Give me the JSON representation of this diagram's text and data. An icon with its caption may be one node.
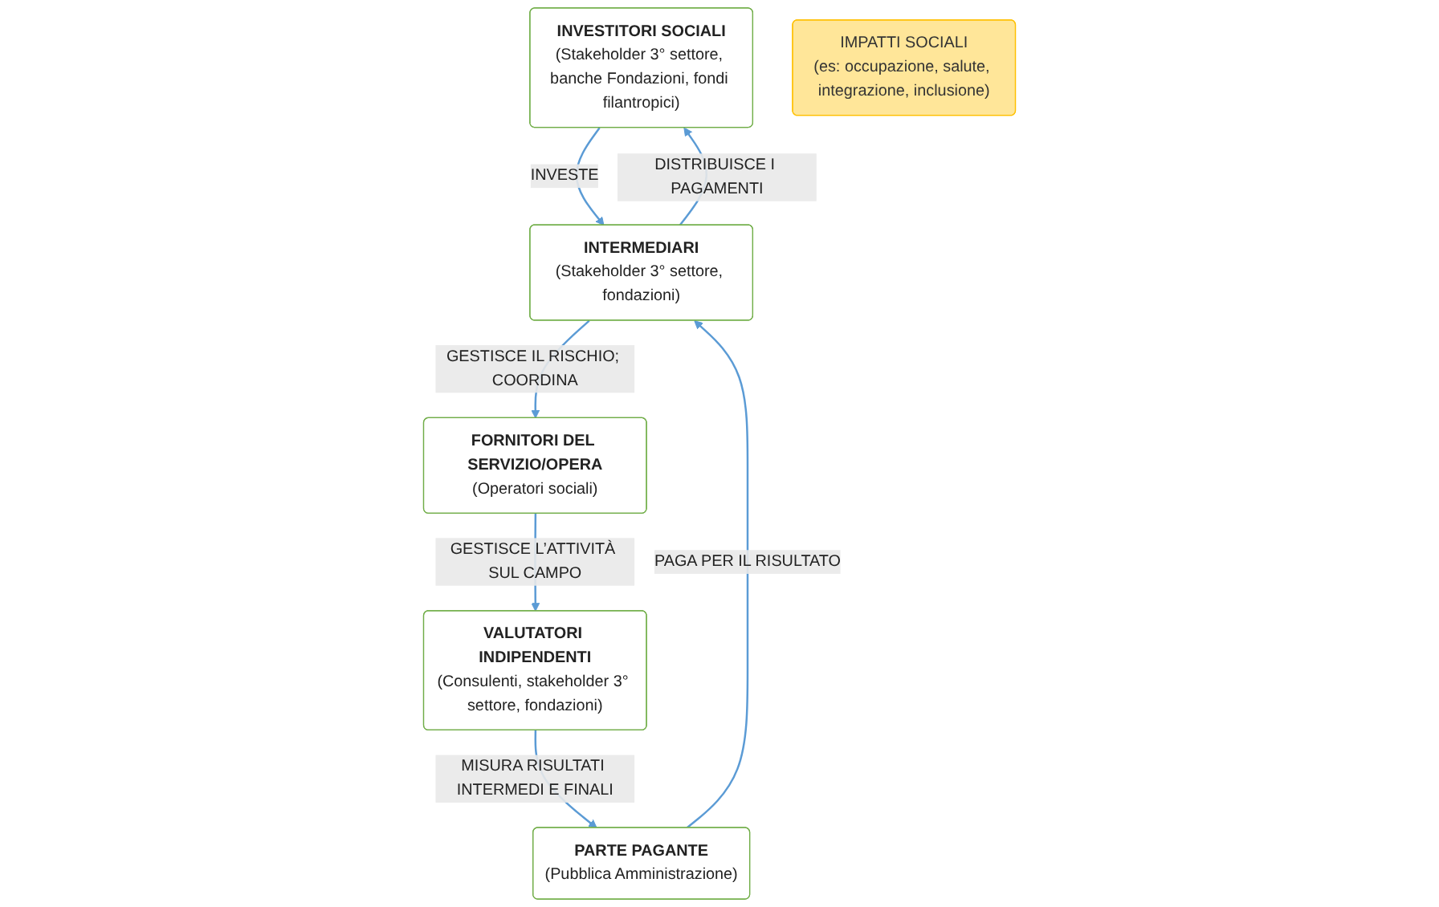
{
  "diagram": {
    "nodes": [
      {
        "text": [
          "INVESTITORI SOCIALI",
          "(Stakeholder 3° settore, banche Fondazioni, fondi filantropici)"
        ]
      },
      {
        "text": [
          "INTERMEDIARI",
          "(Stakeholder 3° settore, fondazioni)"
        ]
      },
      {
        "text": [
          "FORNITORI DEL SERVIZIO/OPERA",
          "(Operatori sociali)"
        ]
      },
      {
        "text": [
          "IMPATTI SOCIALI",
          "(es: occupazione, salute, integrazione, inclusione)"
        ]
      },
      {
        "text": [
          "PARTE PAGANTE",
          "(Pubblica Amministrazione)"
        ]
      },
      {
        "text": [
          "VALUTATORI INDIPENDENTI",
          "(Consulenti, stakeholder 3° settore, fondazioni)"
        ]
      }
    ],
    "edges": [
      {
        "from": 0,
        "to": 1,
        "arrow": "to",
        "label": "INVESTE"
      },
      {
        "from": 1,
        "to": 0,
        "arrow": "to",
        "label": "DISTRIBUISCE I PAGAMENTI"
      },
      {
        "from": 1,
        "to": 2,
        "arrow": "to",
        "label": "GESTISCE IL RISCHIO; COORDINA"
      },
      {
        "from": 4,
        "to": 1,
        "arrow": "to",
        "label": "PAGA PER IL RISULTATO"
      },
      {
        "from": 2,
        "to": 5,
        "arrow": "to",
        "label": "GESTISCE L’ATTIVITÀ SUL CAMPO"
      },
      {
        "from": 5,
        "to": 4,
        "arrow": "to",
        "label": "MISURA RISULTATI INTERMEDI E FINALI"
      }
    ]
  }
}
